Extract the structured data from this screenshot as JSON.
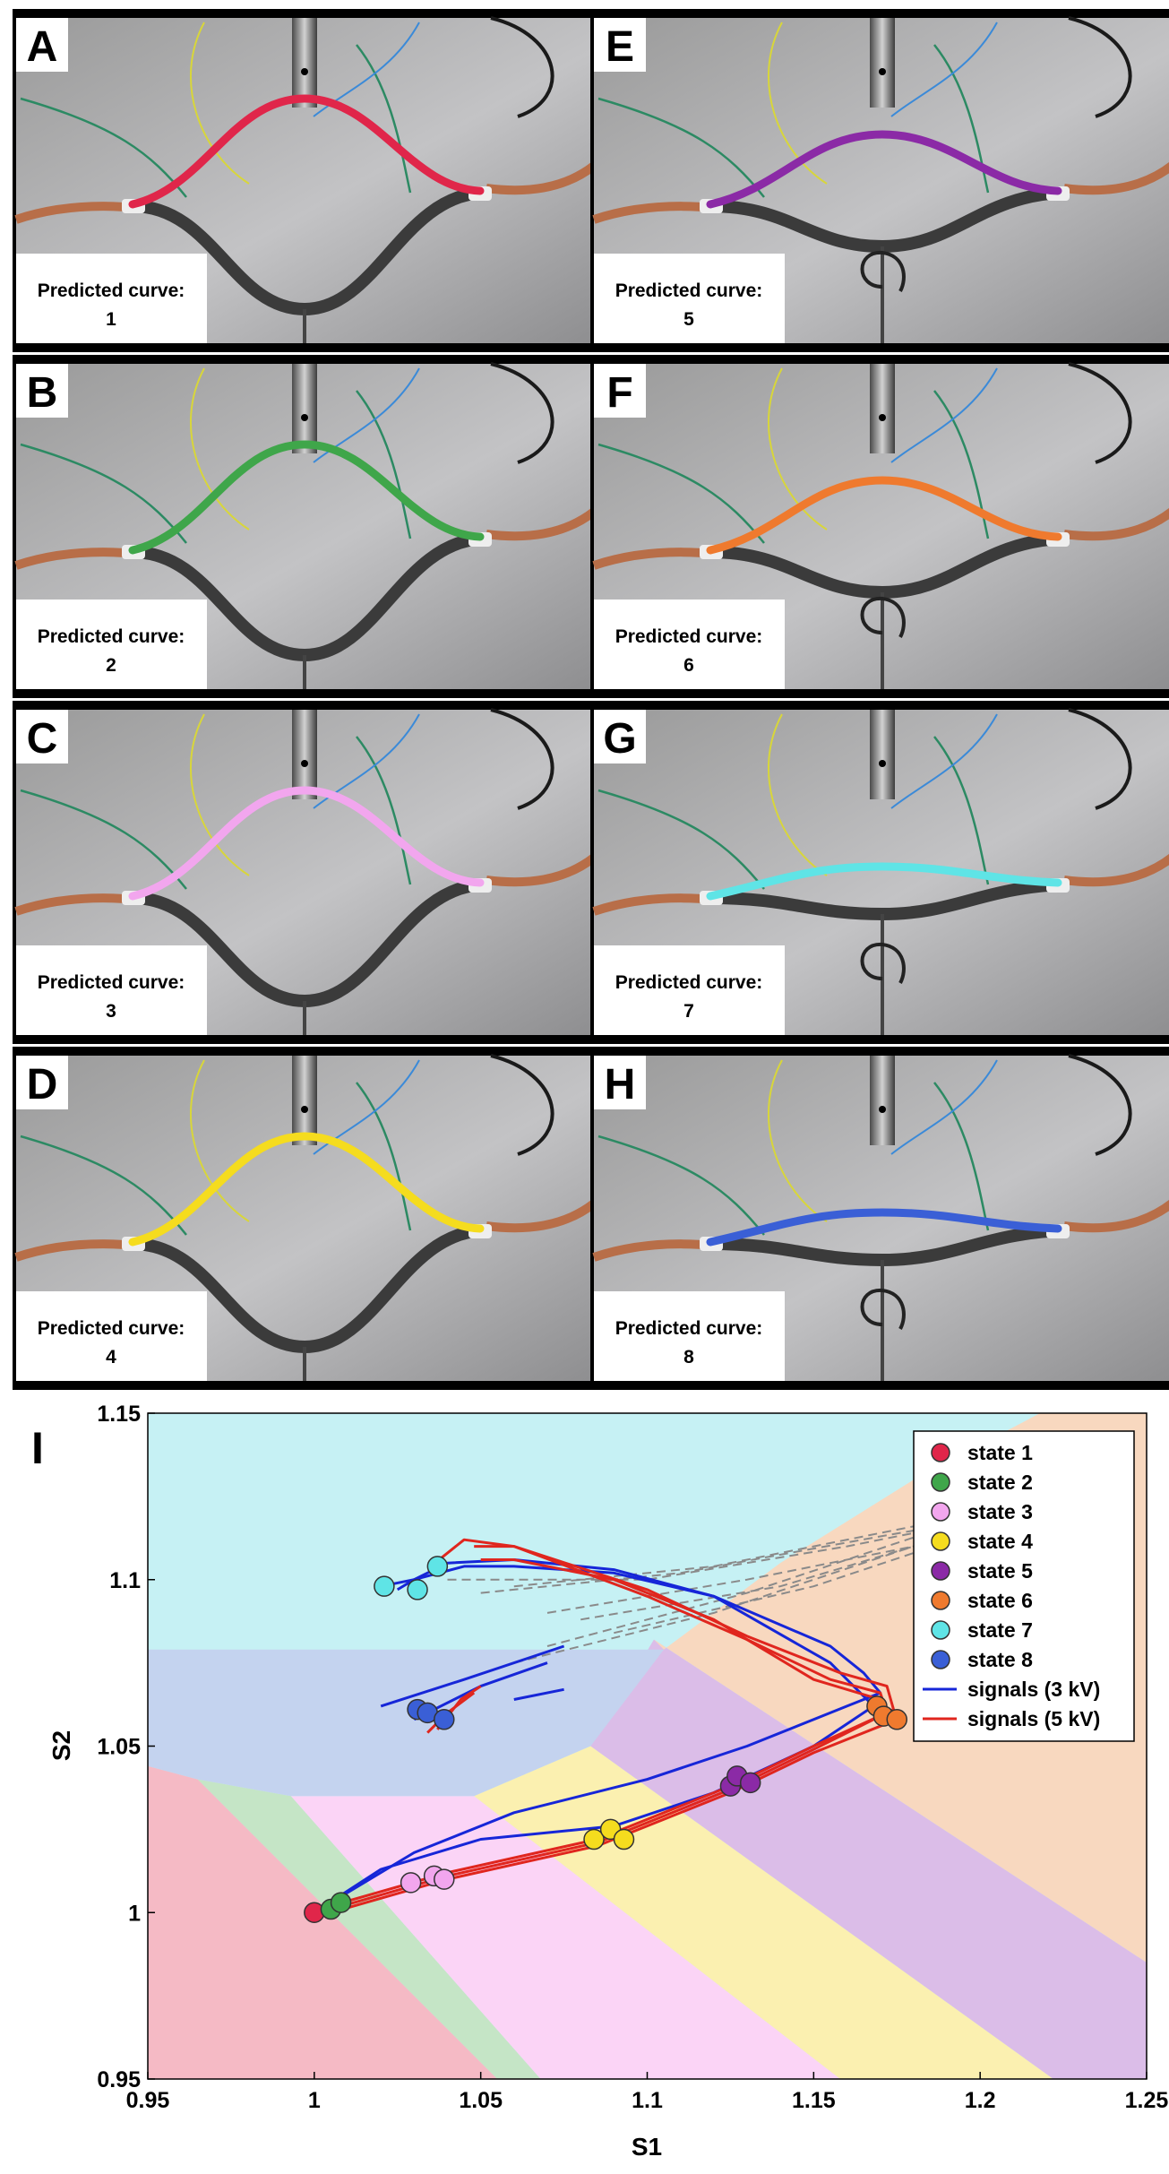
{
  "colors": {
    "state1": "#e0264a",
    "state2": "#3fa64a",
    "state3": "#f2a6ee",
    "state4": "#f5dc1e",
    "state5": "#8b2aa6",
    "state6": "#ef7a2e",
    "state7": "#5fe4e6",
    "state8": "#3a5fd6",
    "signal3kv": "#1626d8",
    "signal5kv": "#e0261e",
    "region_red": "#f5bac5",
    "region_green": "#c5e5c6",
    "region_pink": "#fbd4f6",
    "region_yellow": "#fbf0b0",
    "region_purple": "#dbbde8",
    "region_orange": "#f8d8bf",
    "region_cyan": "#c6f1f4",
    "region_blue": "#c4d3ef"
  },
  "panels": [
    {
      "letter": "A",
      "caption_line1": "Predicted curve:",
      "caption_line2": "1",
      "color_key": "state1",
      "shape": "up"
    },
    {
      "letter": "B",
      "caption_line1": "Predicted curve:",
      "caption_line2": "2",
      "color_key": "state2",
      "shape": "up"
    },
    {
      "letter": "C",
      "caption_line1": "Predicted curve:",
      "caption_line2": "3",
      "color_key": "state3",
      "shape": "up"
    },
    {
      "letter": "D",
      "caption_line1": "Predicted curve:",
      "caption_line2": "4",
      "color_key": "state4",
      "shape": "up"
    },
    {
      "letter": "E",
      "caption_line1": "Predicted curve:",
      "caption_line2": "5",
      "color_key": "state5",
      "shape": "mid"
    },
    {
      "letter": "F",
      "caption_line1": "Predicted curve:",
      "caption_line2": "6",
      "color_key": "state6",
      "shape": "mid"
    },
    {
      "letter": "G",
      "caption_line1": "Predicted curve:",
      "caption_line2": "7",
      "color_key": "state7",
      "shape": "flat"
    },
    {
      "letter": "H",
      "caption_line1": "Predicted curve:",
      "caption_line2": "8",
      "color_key": "state8",
      "shape": "flat"
    }
  ],
  "chart_data": {
    "type": "scatter",
    "panel_label": "I",
    "xlabel": "S1",
    "ylabel": "S2",
    "xlim": [
      0.95,
      1.25
    ],
    "ylim": [
      0.95,
      1.15
    ],
    "xticks": [
      0.95,
      1,
      1.05,
      1.1,
      1.15,
      1.2,
      1.25
    ],
    "yticks": [
      0.95,
      1,
      1.05,
      1.1,
      1.15
    ],
    "xtick_labels": [
      "0.95",
      "1",
      "1.05",
      "1.1",
      "1.15",
      "1.2",
      "1.25"
    ],
    "ytick_labels": [
      "0.95",
      "1",
      "1.05",
      "1.1",
      "1.15"
    ],
    "legend_position": "top-right",
    "legend": [
      {
        "label": "state 1",
        "kind": "marker",
        "color_key": "state1"
      },
      {
        "label": "state 2",
        "kind": "marker",
        "color_key": "state2"
      },
      {
        "label": "state 3",
        "kind": "marker",
        "color_key": "state3"
      },
      {
        "label": "state 4",
        "kind": "marker",
        "color_key": "state4"
      },
      {
        "label": "state 5",
        "kind": "marker",
        "color_key": "state5"
      },
      {
        "label": "state 6",
        "kind": "marker",
        "color_key": "state6"
      },
      {
        "label": "state 7",
        "kind": "marker",
        "color_key": "state7"
      },
      {
        "label": "state 8",
        "kind": "marker",
        "color_key": "state8"
      },
      {
        "label": "signals (3 kV)",
        "kind": "line",
        "color_key": "signal3kv"
      },
      {
        "label": "signals (5 kV)",
        "kind": "line",
        "color_key": "signal5kv"
      }
    ],
    "regions": [
      {
        "name": "state 1",
        "color_key": "region_red",
        "points": [
          [
            0.95,
            0.95
          ],
          [
            0.95,
            1.044
          ],
          [
            0.965,
            1.04
          ],
          [
            1.055,
            0.95
          ]
        ]
      },
      {
        "name": "state 2",
        "color_key": "region_green",
        "points": [
          [
            0.965,
            1.04
          ],
          [
            0.993,
            1.035
          ],
          [
            1.068,
            0.95
          ],
          [
            1.055,
            0.95
          ]
        ]
      },
      {
        "name": "state 3",
        "color_key": "region_pink",
        "points": [
          [
            0.993,
            1.035
          ],
          [
            1.048,
            1.035
          ],
          [
            1.158,
            0.95
          ],
          [
            1.068,
            0.95
          ]
        ]
      },
      {
        "name": "state 4",
        "color_key": "region_yellow",
        "points": [
          [
            1.048,
            1.035
          ],
          [
            1.083,
            1.05
          ],
          [
            1.222,
            0.95
          ],
          [
            1.158,
            0.95
          ]
        ]
      },
      {
        "name": "state 5",
        "color_key": "region_purple",
        "points": [
          [
            1.083,
            1.05
          ],
          [
            1.102,
            1.082
          ],
          [
            1.25,
            0.985
          ],
          [
            1.25,
            0.95
          ],
          [
            1.222,
            0.95
          ]
        ]
      },
      {
        "name": "state 8",
        "color_key": "region_blue",
        "points": [
          [
            0.95,
            1.079
          ],
          [
            1.105,
            1.079
          ],
          [
            1.083,
            1.05
          ],
          [
            1.048,
            1.035
          ],
          [
            0.993,
            1.035
          ],
          [
            0.965,
            1.04
          ],
          [
            0.95,
            1.044
          ]
        ]
      },
      {
        "name": "state 6",
        "color_key": "region_orange",
        "points": [
          [
            1.105,
            1.079
          ],
          [
            1.102,
            1.082
          ],
          [
            1.25,
            0.985
          ],
          [
            1.25,
            1.15
          ],
          [
            1.218,
            1.15
          ],
          [
            1.18,
            1.13
          ],
          [
            1.14,
            1.105
          ]
        ]
      }
    ],
    "series": [
      {
        "name": "signals (3 kV)",
        "color_key": "signal3kv",
        "lines": [
          [
            [
              1.0,
              1.0
            ],
            [
              1.02,
              1.013
            ],
            [
              1.05,
              1.022
            ],
            [
              1.09,
              1.026
            ],
            [
              1.12,
              1.036
            ],
            [
              1.15,
              1.05
            ],
            [
              1.168,
              1.062
            ],
            [
              1.162,
              1.068
            ],
            [
              1.155,
              1.075
            ],
            [
              1.12,
              1.095
            ],
            [
              1.09,
              1.103
            ],
            [
              1.06,
              1.106
            ],
            [
              1.04,
              1.105
            ],
            [
              1.03,
              1.1
            ],
            [
              1.02,
              1.098
            ]
          ],
          [
            [
              1.0,
              1.0
            ],
            [
              1.03,
              1.018
            ],
            [
              1.06,
              1.03
            ],
            [
              1.1,
              1.04
            ],
            [
              1.13,
              1.05
            ],
            [
              1.16,
              1.062
            ],
            [
              1.17,
              1.066
            ],
            [
              1.165,
              1.072
            ],
            [
              1.155,
              1.08
            ],
            [
              1.12,
              1.095
            ],
            [
              1.09,
              1.102
            ],
            [
              1.06,
              1.104
            ],
            [
              1.045,
              1.104
            ],
            [
              1.03,
              1.1
            ],
            [
              1.025,
              1.097
            ]
          ],
          [
            [
              1.02,
              1.062
            ],
            [
              1.045,
              1.07
            ],
            [
              1.075,
              1.08
            ]
          ],
          [
            [
              1.03,
              1.058
            ],
            [
              1.05,
              1.068
            ],
            [
              1.07,
              1.075
            ]
          ],
          [
            [
              1.06,
              1.064
            ],
            [
              1.075,
              1.067
            ]
          ]
        ]
      },
      {
        "name": "signals (5 kV)",
        "color_key": "signal5kv",
        "lines": [
          [
            [
              1.005,
              1.002
            ],
            [
              1.04,
              1.012
            ],
            [
              1.085,
              1.022
            ],
            [
              1.125,
              1.038
            ],
            [
              1.15,
              1.05
            ],
            [
              1.172,
              1.06
            ],
            [
              1.17,
              1.066
            ],
            [
              1.155,
              1.07
            ],
            [
              1.13,
              1.082
            ],
            [
              1.1,
              1.095
            ],
            [
              1.06,
              1.11
            ],
            [
              1.045,
              1.112
            ],
            [
              1.035,
              1.104
            ]
          ],
          [
            [
              1.005,
              1.001
            ],
            [
              1.04,
              1.011
            ],
            [
              1.085,
              1.021
            ],
            [
              1.125,
              1.037
            ],
            [
              1.15,
              1.049
            ],
            [
              1.174,
              1.061
            ],
            [
              1.172,
              1.068
            ],
            [
              1.158,
              1.072
            ],
            [
              1.13,
              1.083
            ],
            [
              1.1,
              1.097
            ],
            [
              1.06,
              1.11
            ],
            [
              1.048,
              1.11
            ]
          ],
          [
            [
              1.005,
              1.0
            ],
            [
              1.04,
              1.01
            ],
            [
              1.085,
              1.02
            ],
            [
              1.125,
              1.036
            ],
            [
              1.15,
              1.048
            ],
            [
              1.175,
              1.058
            ],
            [
              1.17,
              1.064
            ],
            [
              1.15,
              1.07
            ],
            [
              1.12,
              1.088
            ],
            [
              1.09,
              1.1
            ],
            [
              1.06,
              1.106
            ],
            [
              1.05,
              1.106
            ]
          ],
          [
            [
              1.034,
              1.054
            ],
            [
              1.04,
              1.06
            ],
            [
              1.048,
              1.066
            ]
          ],
          [
            [
              1.037,
              1.055
            ],
            [
              1.044,
              1.064
            ],
            [
              1.05,
              1.068
            ]
          ]
        ]
      },
      {
        "name": "",
        "color_key": "",
        "dashed": true,
        "lines": [
          [
            [
              1.04,
              1.1
            ],
            [
              1.1,
              1.1
            ],
            [
              1.16,
              1.11
            ],
            [
              1.22,
              1.122
            ]
          ],
          [
            [
              1.05,
              1.096
            ],
            [
              1.11,
              1.102
            ],
            [
              1.17,
              1.113
            ],
            [
              1.21,
              1.12
            ]
          ],
          [
            [
              1.06,
              1.098
            ],
            [
              1.12,
              1.104
            ],
            [
              1.18,
              1.116
            ]
          ],
          [
            [
              1.07,
              1.09
            ],
            [
              1.13,
              1.1
            ],
            [
              1.19,
              1.112
            ]
          ],
          [
            [
              1.08,
              1.088
            ],
            [
              1.14,
              1.098
            ],
            [
              1.2,
              1.116
            ]
          ],
          [
            [
              1.09,
              1.084
            ],
            [
              1.15,
              1.098
            ],
            [
              1.21,
              1.118
            ]
          ],
          [
            [
              1.06,
              1.075
            ],
            [
              1.12,
              1.09
            ],
            [
              1.18,
              1.11
            ],
            [
              1.22,
              1.12
            ]
          ],
          [
            [
              1.07,
              1.08
            ],
            [
              1.13,
              1.096
            ],
            [
              1.19,
              1.116
            ]
          ]
        ]
      }
    ],
    "markers": [
      {
        "state": "state 1",
        "color_key": "state1",
        "points": [
          [
            1.0,
            1.0
          ]
        ]
      },
      {
        "state": "state 2",
        "color_key": "state2",
        "points": [
          [
            1.005,
            1.001
          ],
          [
            1.008,
            1.003
          ]
        ]
      },
      {
        "state": "state 3",
        "color_key": "state3",
        "points": [
          [
            1.029,
            1.009
          ],
          [
            1.036,
            1.011
          ],
          [
            1.039,
            1.01
          ]
        ]
      },
      {
        "state": "state 4",
        "color_key": "state4",
        "points": [
          [
            1.084,
            1.022
          ],
          [
            1.089,
            1.025
          ],
          [
            1.093,
            1.022
          ]
        ]
      },
      {
        "state": "state 5",
        "color_key": "state5",
        "points": [
          [
            1.125,
            1.038
          ],
          [
            1.127,
            1.041
          ],
          [
            1.131,
            1.039
          ]
        ]
      },
      {
        "state": "state 6",
        "color_key": "state6",
        "points": [
          [
            1.169,
            1.062
          ],
          [
            1.171,
            1.059
          ],
          [
            1.175,
            1.058
          ]
        ]
      },
      {
        "state": "state 7",
        "color_key": "state7",
        "points": [
          [
            1.021,
            1.098
          ],
          [
            1.031,
            1.097
          ],
          [
            1.037,
            1.104
          ]
        ]
      },
      {
        "state": "state 8",
        "color_key": "state8",
        "points": [
          [
            1.031,
            1.061
          ],
          [
            1.034,
            1.06
          ],
          [
            1.039,
            1.058
          ]
        ]
      }
    ]
  }
}
